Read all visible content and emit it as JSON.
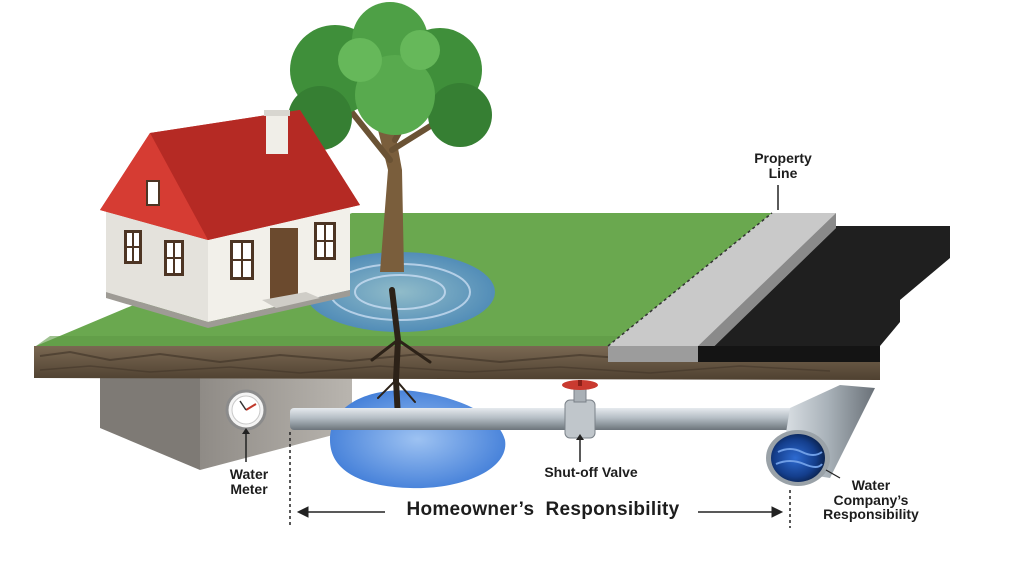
{
  "diagram": {
    "labels": {
      "property_line": [
        "Property",
        "Line"
      ],
      "water_meter": [
        "Water",
        "Meter"
      ],
      "shutoff_valve": "Shut-off Valve",
      "homeowner_responsibility": "Homeowner’s  Responsibility",
      "water_company_responsibility": [
        "Water",
        "Company’s",
        "Responsibility"
      ]
    },
    "colors": {
      "grass": "#6aa84f",
      "roof": "#c8322b",
      "house_wall": "#f2f0ea",
      "sidewalk": "#c7c7c7",
      "asphalt": "#1f1f1f",
      "soil": "#6b5a45",
      "pipe": "#b8c0c6",
      "water": "#4f86d8",
      "tree_foliage": "#3f8f3a",
      "tree_trunk": "#7a5e3c"
    },
    "icons": [
      "house-icon",
      "tree-icon",
      "water-meter-icon",
      "shutoff-valve-icon",
      "pipe-icon",
      "water-leak-icon"
    ]
  }
}
